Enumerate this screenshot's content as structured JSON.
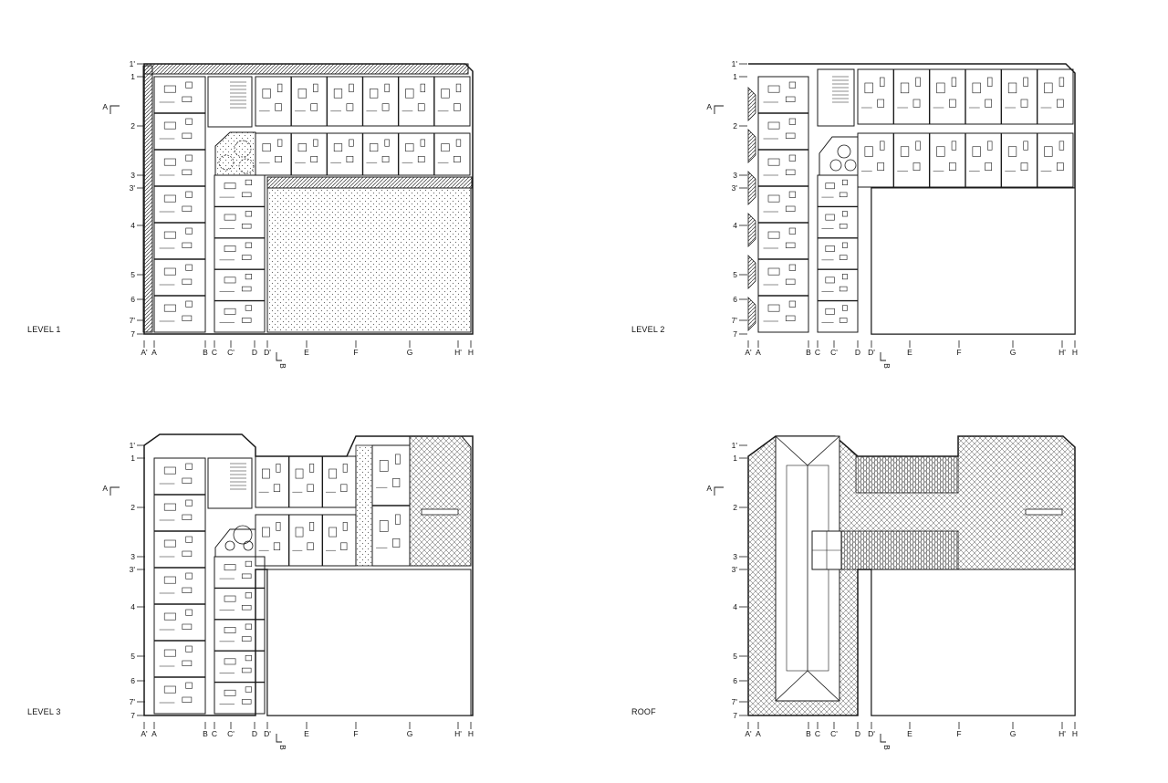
{
  "plans": [
    {
      "id": "level1",
      "title": "LEVEL 1"
    },
    {
      "id": "level2",
      "title": "LEVEL 2"
    },
    {
      "id": "level3",
      "title": "LEVEL 3"
    },
    {
      "id": "roof",
      "title": "ROOF"
    }
  ],
  "row_grid": [
    "1'",
    "1",
    "2",
    "3",
    "3'",
    "4",
    "5",
    "6",
    "7'",
    "7"
  ],
  "col_grid": [
    "A'",
    "A",
    "B",
    "C",
    "C'",
    "D",
    "D'",
    "E",
    "F",
    "G",
    "H'",
    "H"
  ],
  "section_marks": {
    "a": "A",
    "b": "B"
  },
  "colors": {
    "line": "#1a1a1a",
    "poche": "#555555",
    "paper": "#ffffff"
  }
}
